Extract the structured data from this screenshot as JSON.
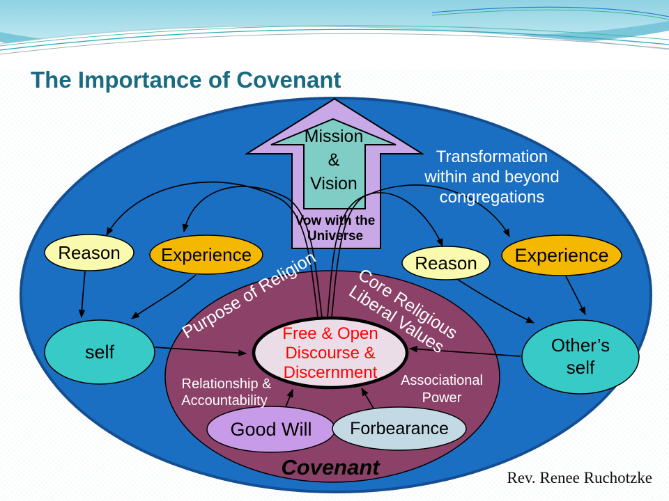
{
  "slide": {
    "title": "The Importance of Covenant",
    "credit": "Rev. Renee Ruchotzke"
  },
  "arrow": {
    "line1": "Mission",
    "line2": "&",
    "line3": "Vision",
    "vow_line1": "Vow with the",
    "vow_line2": "Universe"
  },
  "transformation": {
    "line1": "Transformation",
    "line2": "within and beyond",
    "line3": "congregations"
  },
  "nodes": {
    "reason_left": "Reason",
    "experience_left": "Experience",
    "reason_right": "Reason",
    "experience_right": "Experience",
    "self": "self",
    "others_self_line1": "Other’s",
    "others_self_line2": "self",
    "good_will": "Good Will",
    "forbearance": "Forbearance"
  },
  "center": {
    "line1": "Free & Open",
    "line2": "Discourse &",
    "line3": "Discernment"
  },
  "ring": {
    "purpose": "Purpose of Religion",
    "core_line1": "Core Religious",
    "core_line2": "Liberal Values",
    "relationship_line1": "Relationship  &",
    "relationship_line2": "Accountability",
    "associational_line1": "Associational",
    "associational_line2": "Power",
    "covenant": "Covenant"
  },
  "colors": {
    "title_text": "#1A6A80",
    "outer_ellipse": "#1B6FC2",
    "outer_ellipse_edge": "#134E92",
    "covenant_ellipse": "#8C4168",
    "center_ellipse": "#EBDDE8",
    "center_text": "#FF0000",
    "arrow_outer": "#C9A8E8",
    "arrow_inner": "#7FCDC4",
    "reason_fill": "#FAFAAE",
    "experience_fill": "#F5B800",
    "self_fill": "#38CAC6",
    "good_will_fill": "#C89BE8",
    "forbearance_fill": "#C3DAE4",
    "banner_teal": "#8FD2E2",
    "connector": "#000000"
  }
}
